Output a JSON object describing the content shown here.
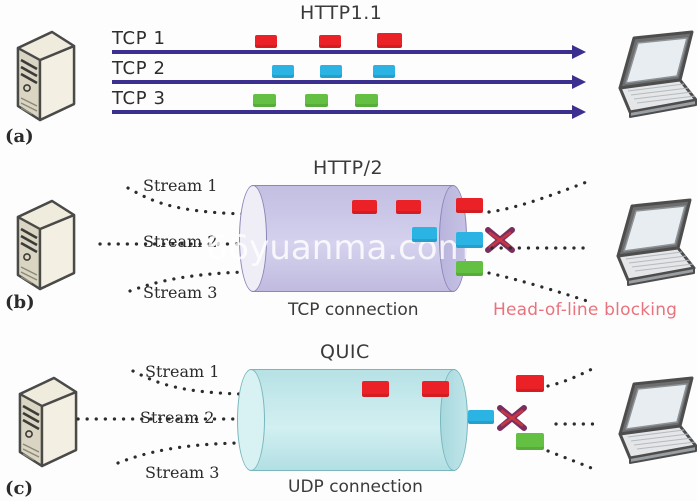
{
  "figure": {
    "title_a": "HTTP1.1",
    "title_b": "HTTP/2",
    "title_c": "QUIC",
    "letter_a": "(a)",
    "letter_b": "(b)",
    "letter_c": "(c)",
    "watermark": "66yuanma.com"
  },
  "colors": {
    "red_packet": "#ea2227",
    "blue_packet": "#2bb3e3",
    "green_packet": "#63c043",
    "arrow_line": "#3b2f8f",
    "tube_purple": "#cbc7e8",
    "tube_cyan": "#c6e9ec",
    "hol_text": "#e8737d",
    "x_mark": "#7b2e5e"
  },
  "panel_a": {
    "title": "HTTP1.1",
    "letter": "(a)",
    "source_icon": "server-icon",
    "dest_icon": "laptop-icon",
    "connections": [
      {
        "label": "TCP 1",
        "packet_color": "red",
        "packet_count": 3
      },
      {
        "label": "TCP 2",
        "packet_color": "blue",
        "packet_count": 3
      },
      {
        "label": "TCP 3",
        "packet_color": "green",
        "packet_count": 3
      }
    ]
  },
  "panel_b": {
    "title": "HTTP/2",
    "letter": "(b)",
    "caption": "TCP connection",
    "annotation": "Head-of-line blocking",
    "source_icon": "server-icon",
    "dest_icon": "laptop-icon",
    "streams": [
      {
        "label": "Stream 1",
        "color": "red"
      },
      {
        "label": "Stream 2",
        "color": "blue"
      },
      {
        "label": "Stream 3",
        "color": "green"
      }
    ],
    "blocked_stream": "Stream 2",
    "in_tube_packets": [
      {
        "color": "red"
      },
      {
        "color": "red"
      },
      {
        "color": "blue"
      }
    ],
    "exit_packets": [
      {
        "color": "red",
        "blocked": false
      },
      {
        "color": "blue",
        "blocked": true
      },
      {
        "color": "green",
        "blocked": false
      }
    ]
  },
  "panel_c": {
    "title": "QUIC",
    "letter": "(c)",
    "caption": "UDP connection",
    "source_icon": "server-icon",
    "dest_icon": "laptop-icon",
    "streams": [
      {
        "label": "Stream 1",
        "color": "red"
      },
      {
        "label": "Stream 2",
        "color": "blue"
      },
      {
        "label": "Stream 3",
        "color": "green"
      }
    ],
    "blocked_stream": "Stream 2",
    "in_tube_packets": [
      {
        "color": "red"
      },
      {
        "color": "red"
      }
    ],
    "exit_packets": [
      {
        "color": "blue",
        "blocked": true
      },
      {
        "color": "red",
        "blocked": false
      },
      {
        "color": "green",
        "blocked": false
      }
    ]
  }
}
